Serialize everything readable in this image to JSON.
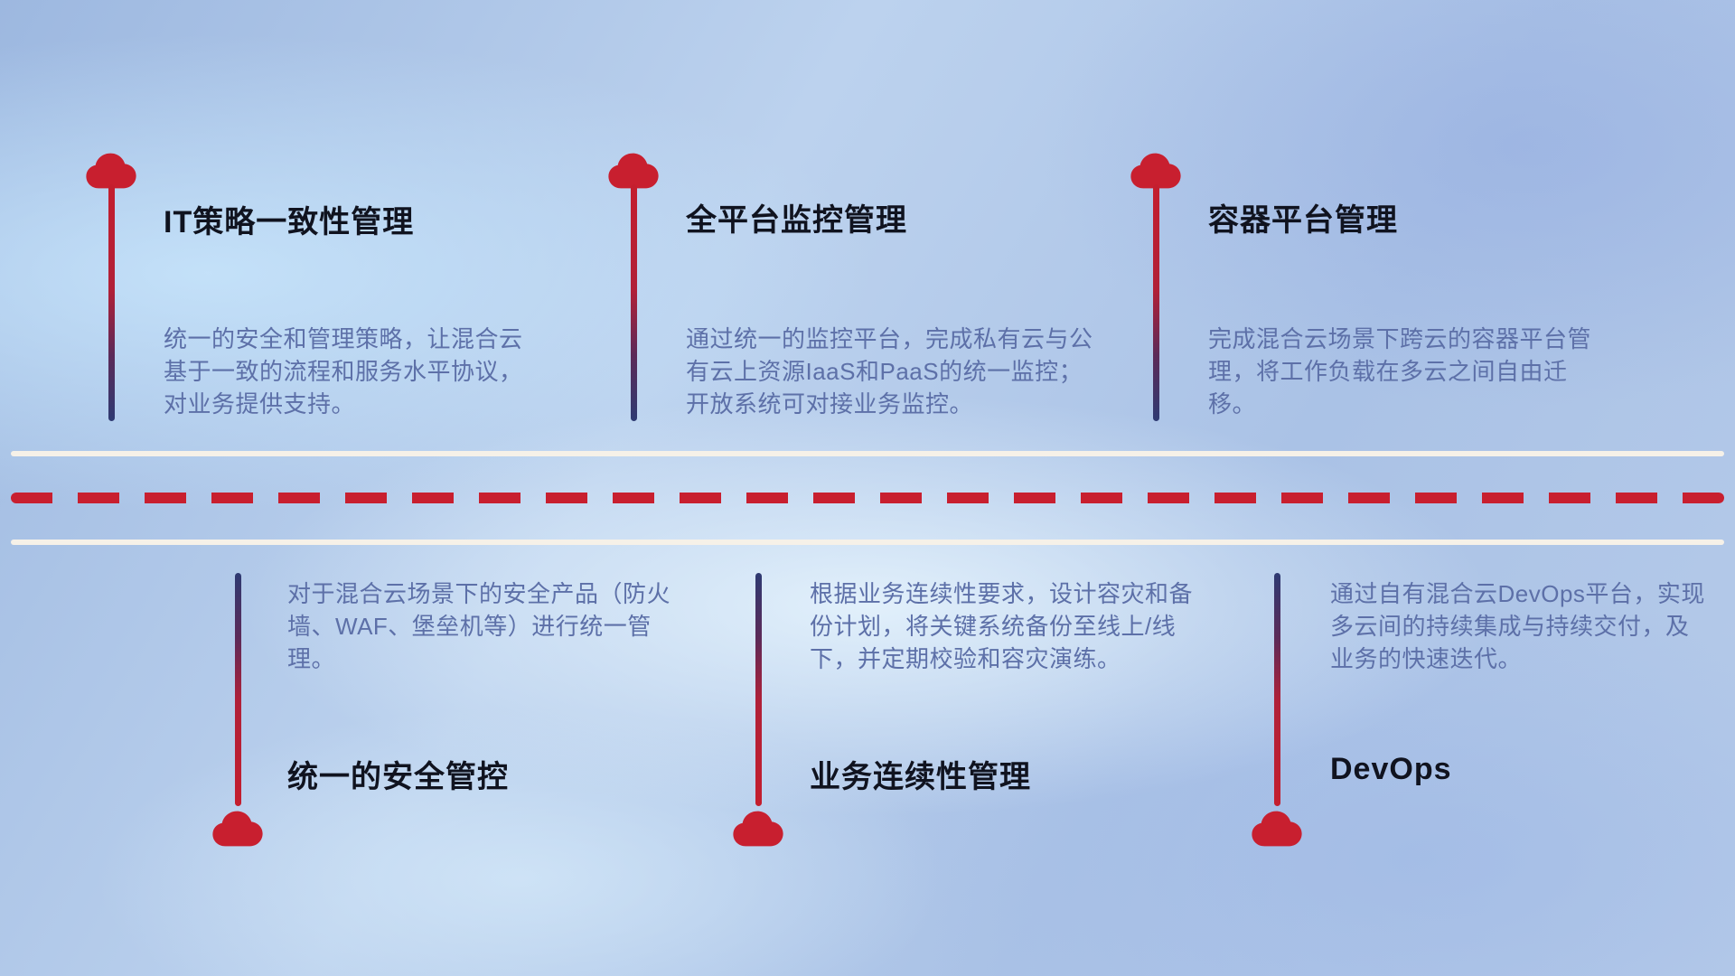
{
  "theme": {
    "accent_red": "#c81f2f",
    "line_navy": "#2e3a72",
    "title_color": "#10131f",
    "desc_color": "#5d70a8",
    "road_white": "#f6f1e8",
    "background_blue": "#aec6e8"
  },
  "icons": {
    "marker": "cloud-icon"
  },
  "top_items": [
    {
      "title": "IT策略一致性管理",
      "desc": "统一的安全和管理策略，让混合云基于一致的流程和服务水平协议，对业务提供支持。"
    },
    {
      "title": "全平台监控管理",
      "desc": "通过统一的监控平台，完成私有云与公有云上资源IaaS和PaaS的统一监控；开放系统可对接业务监控。"
    },
    {
      "title": "容器平台管理",
      "desc": "完成混合云场景下跨云的容器平台管理，将工作负载在多云之间自由迁移。"
    }
  ],
  "bottom_items": [
    {
      "title": "统一的安全管控",
      "desc": "对于混合云场景下的安全产品（防火墙、WAF、堡垒机等）进行统一管理。"
    },
    {
      "title": "业务连续性管理",
      "desc": "根据业务连续性要求，设计容灾和备份计划，将关键系统备份至线上/线下，并定期校验和容灾演练。"
    },
    {
      "title": "DevOps",
      "desc": "通过自有混合云DevOps平台，实现多云间的持续集成与持续交付，及业务的快速迭代。"
    }
  ]
}
